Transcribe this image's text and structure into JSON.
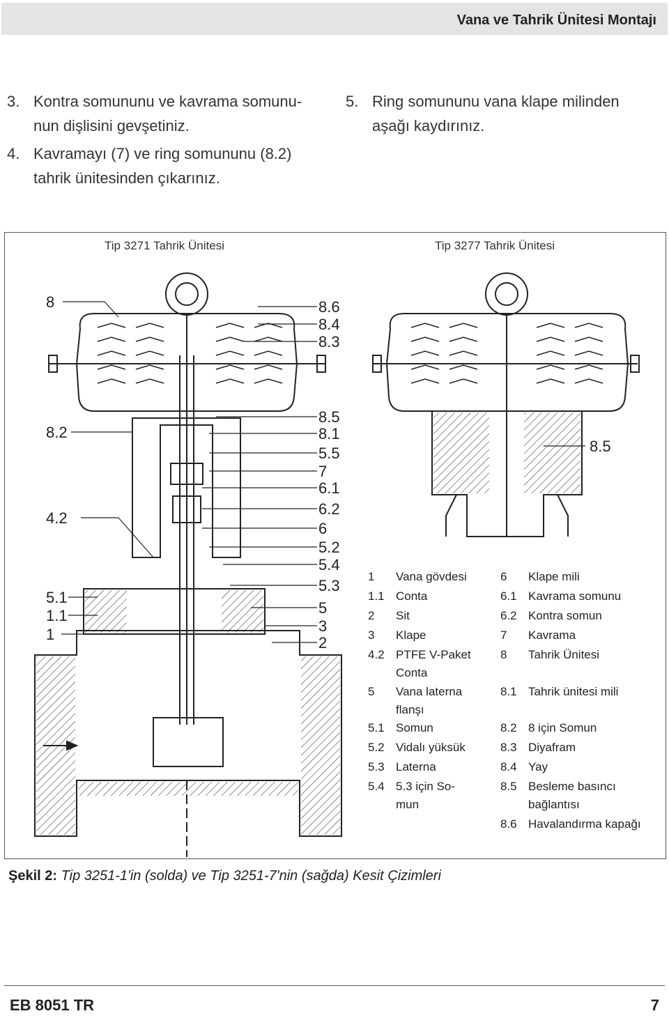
{
  "header": {
    "title": "Vana ve Tahrik Ünitesi Montajı"
  },
  "steps_left": [
    {
      "num": "3.",
      "line1": "Kontra somununu ve kavrama somunu-",
      "line2": "nun dişlisini gevşetiniz."
    },
    {
      "num": "4.",
      "line1": "Kavramayı (7) ve ring somununu (8.2)",
      "line2": "tahrik ünitesinden çıkarınız."
    }
  ],
  "steps_right": [
    {
      "num": "5.",
      "line1": "Ring somununu vana klape milinden",
      "line2": "aşağı kaydırınız."
    }
  ],
  "figure": {
    "left_title": "Tip 3271 Tahrik Ünitesi",
    "right_title": "Tip 3277 Tahrik Ünitesi",
    "callouts_left": [
      "8",
      "8.2",
      "4.2",
      "5.1",
      "1.1",
      "1"
    ],
    "callouts_mid": [
      "8.6",
      "8.4",
      "8.3",
      "8.5",
      "8.1",
      "5.5",
      "7",
      "6.1",
      "6.2",
      "6",
      "5.2",
      "5.4",
      "5.3",
      "5",
      "3",
      "2"
    ],
    "callout_right": "8.5"
  },
  "legend": {
    "col1": [
      {
        "code": "1",
        "desc": "Vana gövdesi"
      },
      {
        "code": "1.1",
        "desc": "Conta"
      },
      {
        "code": "2",
        "desc": "Sit"
      },
      {
        "code": "3",
        "desc": "Klape"
      },
      {
        "code": "4.2",
        "desc": "PTFE V-Paket",
        "desc2": "Conta"
      },
      {
        "code": "5",
        "desc": "Vana laterna",
        "desc2": "flanşı"
      },
      {
        "code": "5.1",
        "desc": "Somun"
      },
      {
        "code": "5.2",
        "desc": "Vidalı yüksük"
      },
      {
        "code": "5.3",
        "desc": "Laterna"
      },
      {
        "code": "5.4",
        "desc": "5.3 için So-",
        "desc2": "mun"
      }
    ],
    "col2": [
      {
        "code": "6",
        "desc": "Klape mili"
      },
      {
        "code": "6.1",
        "desc": "Kavrama somunu"
      },
      {
        "code": "6.2",
        "desc": "Kontra somun"
      },
      {
        "code": "7",
        "desc": "Kavrama"
      },
      {
        "code": "8",
        "desc": "Tahrik Ünitesi"
      },
      {
        "code": "8.1",
        "desc": "Tahrik ünitesi mili"
      },
      {
        "code": "8.2",
        "desc": "8 için Somun"
      },
      {
        "code": "8.3",
        "desc": "Diyafram"
      },
      {
        "code": "8.4",
        "desc": "Yay"
      },
      {
        "code": "8.5",
        "desc": "Besleme basıncı",
        "desc2": "bağlantısı"
      },
      {
        "code": "8.6",
        "desc": "Havalandırma kapağı"
      }
    ]
  },
  "caption": {
    "label": "Şekil 2:",
    "text": "Tip 3251-1'in (solda) ve Tip 3251-7'nin (sağda) Kesit Çizimleri"
  },
  "footer": {
    "doc": "EB 8051 TR",
    "page": "7"
  }
}
